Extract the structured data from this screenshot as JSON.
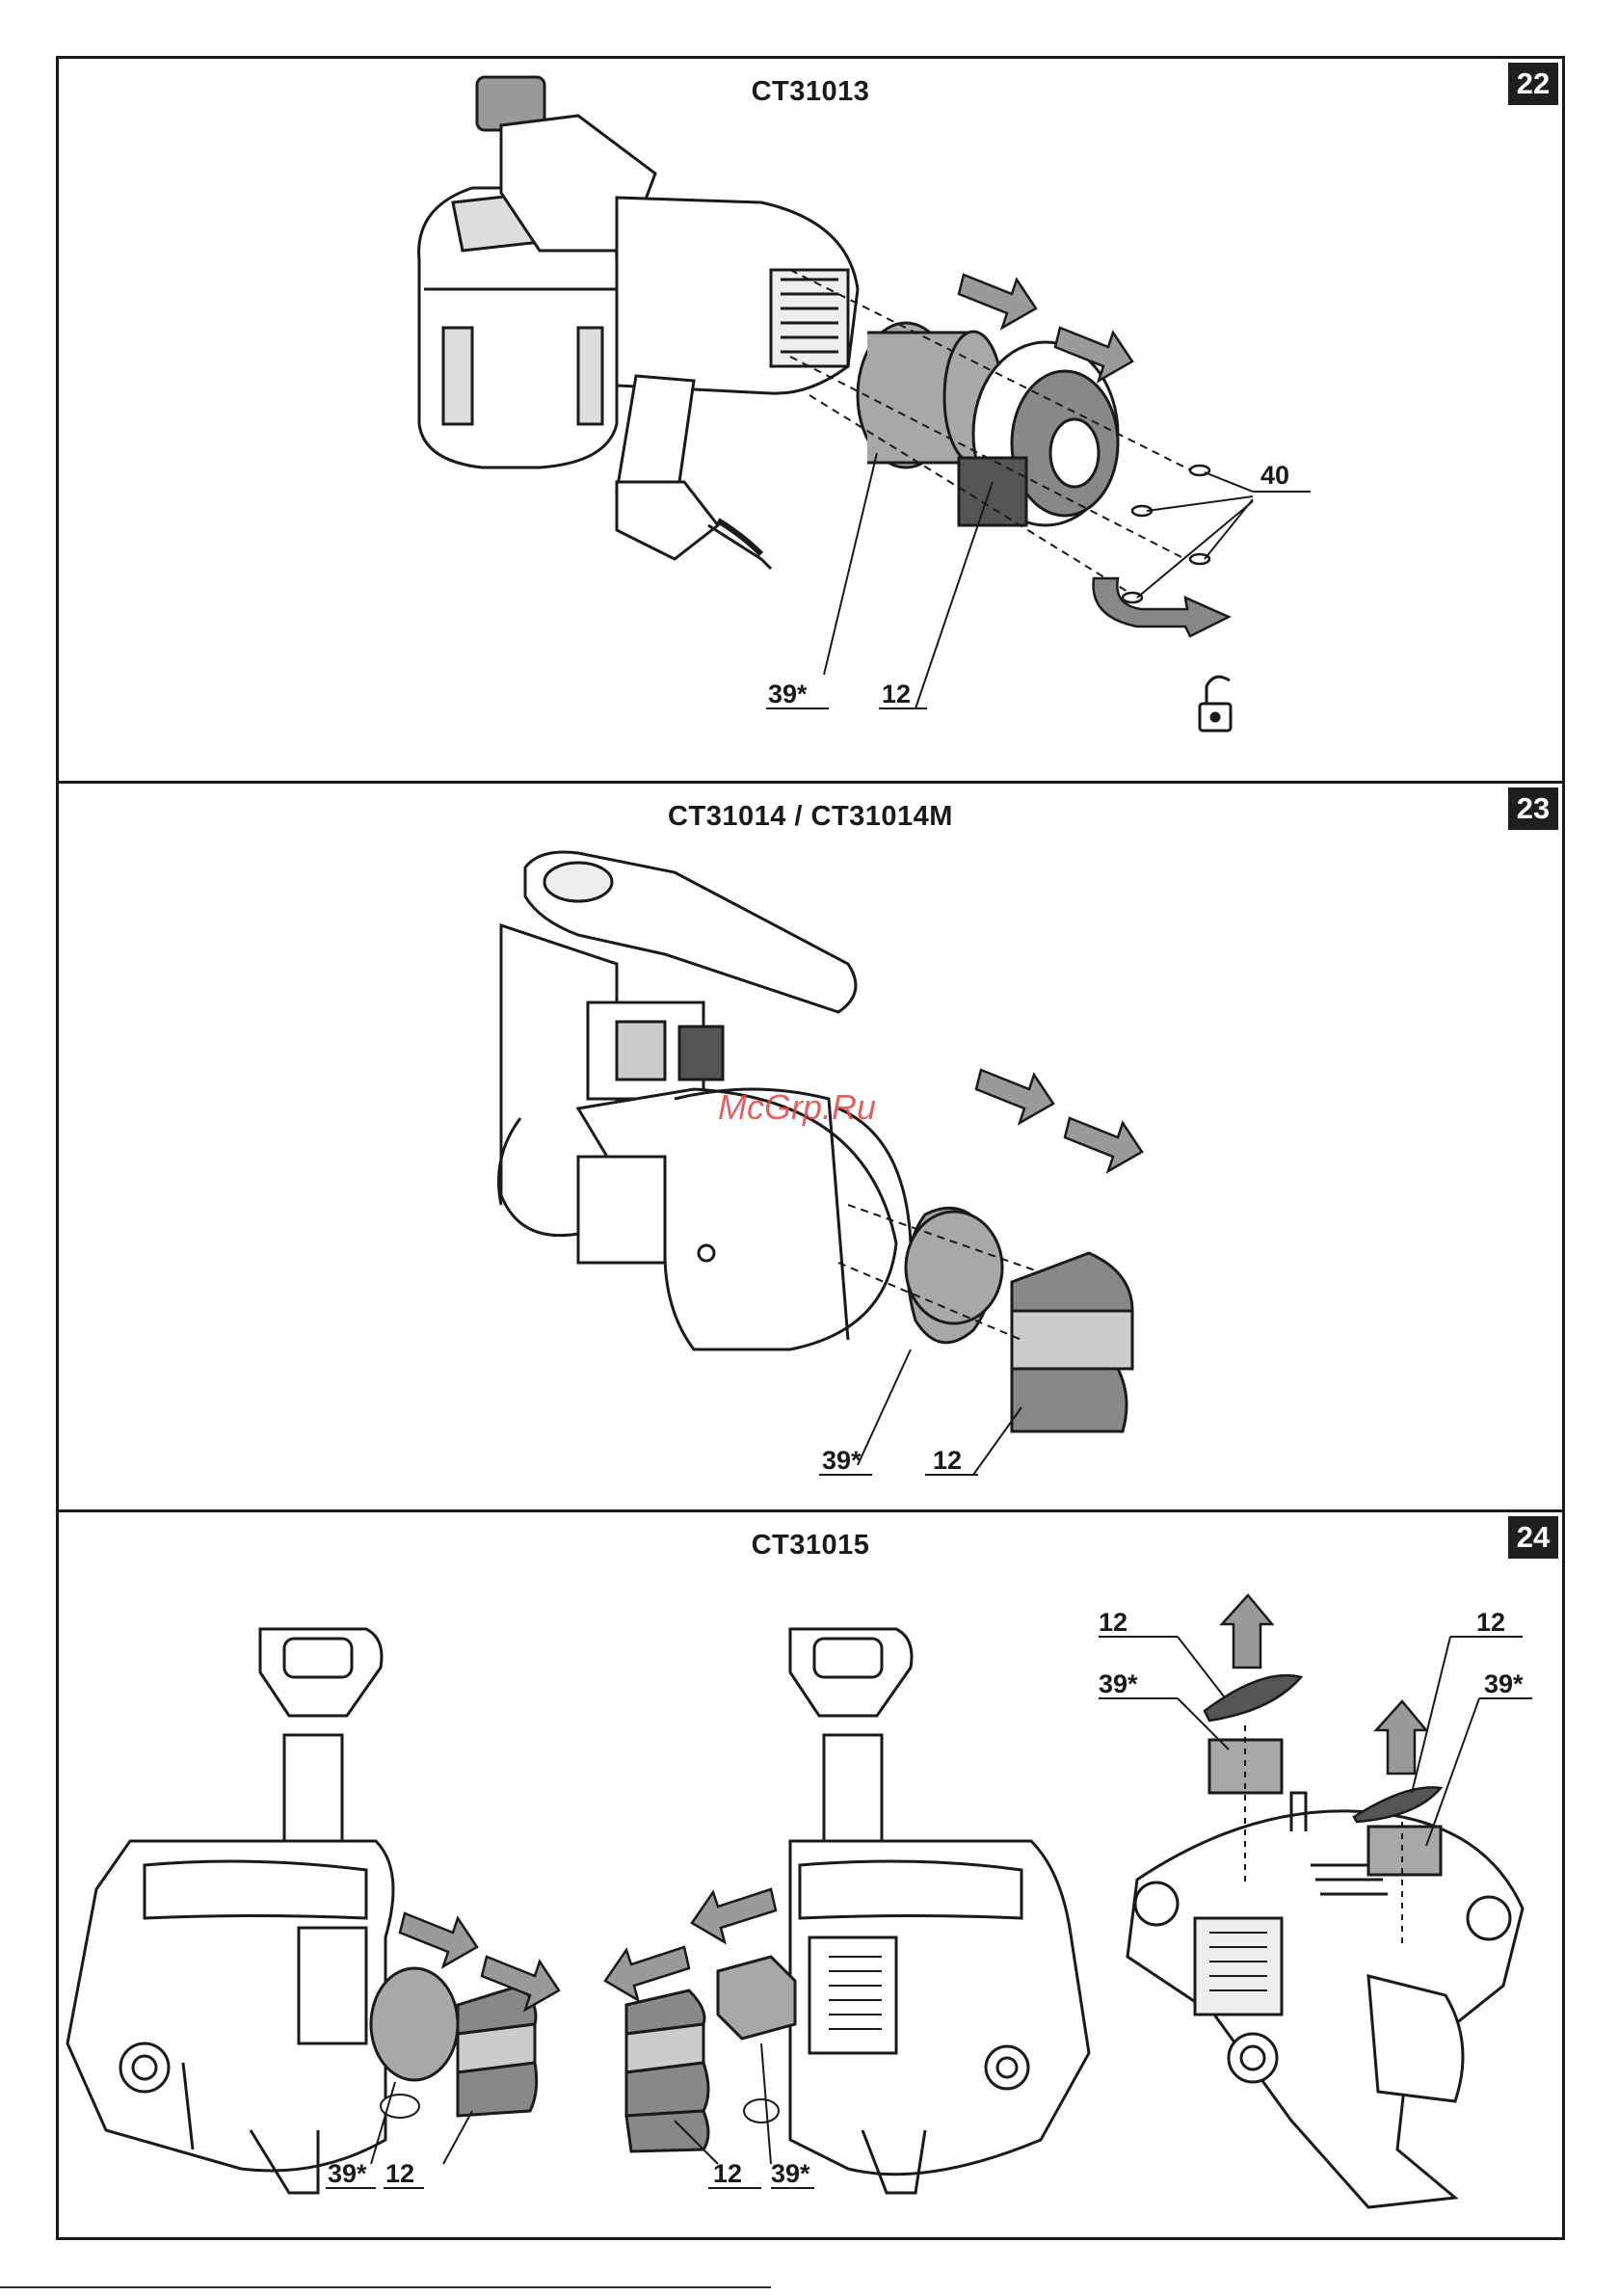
{
  "panels": {
    "p22": {
      "number": "22",
      "title": "CT31013",
      "labels": {
        "filter": "39*",
        "cover": "12",
        "screws": "40"
      }
    },
    "p23": {
      "number": "23",
      "title": "CT31014 / CT31014M",
      "labels": {
        "filter": "39*",
        "cover": "12"
      }
    },
    "p24": {
      "number": "24",
      "title": "CT31015",
      "labels": {
        "left_filter": "39*",
        "left_cover": "12",
        "mid_cover": "12",
        "mid_filter": "39*",
        "right_top_cover": "12",
        "right_top_filter": "39*",
        "right_cover2": "12",
        "right_filter2": "39*"
      }
    }
  },
  "watermark": "McGrp.Ru",
  "colors": {
    "line": "#1a1a1a",
    "part_fill": "#a8a8a8",
    "arrow_fill": "#9a9a9a",
    "dark_part": "#555555"
  },
  "icons": [
    "unlock-icon",
    "arrow-icon"
  ]
}
